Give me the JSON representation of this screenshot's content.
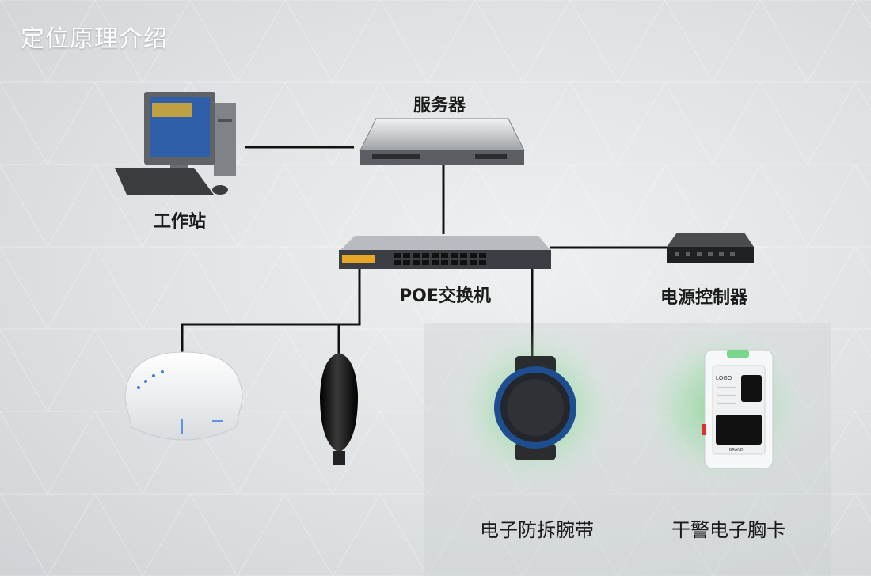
{
  "title": "定位原理介绍",
  "nodes": {
    "server": "服务器",
    "workstation": "工作站",
    "poe_switch": "POE交换机",
    "power_controller": "电源控制器",
    "wristband": "电子防拆腕带",
    "badge": "干警电子胸卡"
  },
  "device_text": {
    "badge_logo": "LOGO",
    "badge_brand": "BRAND"
  },
  "colors": {
    "link": "#111111",
    "signal_green": "#7ed98a"
  }
}
